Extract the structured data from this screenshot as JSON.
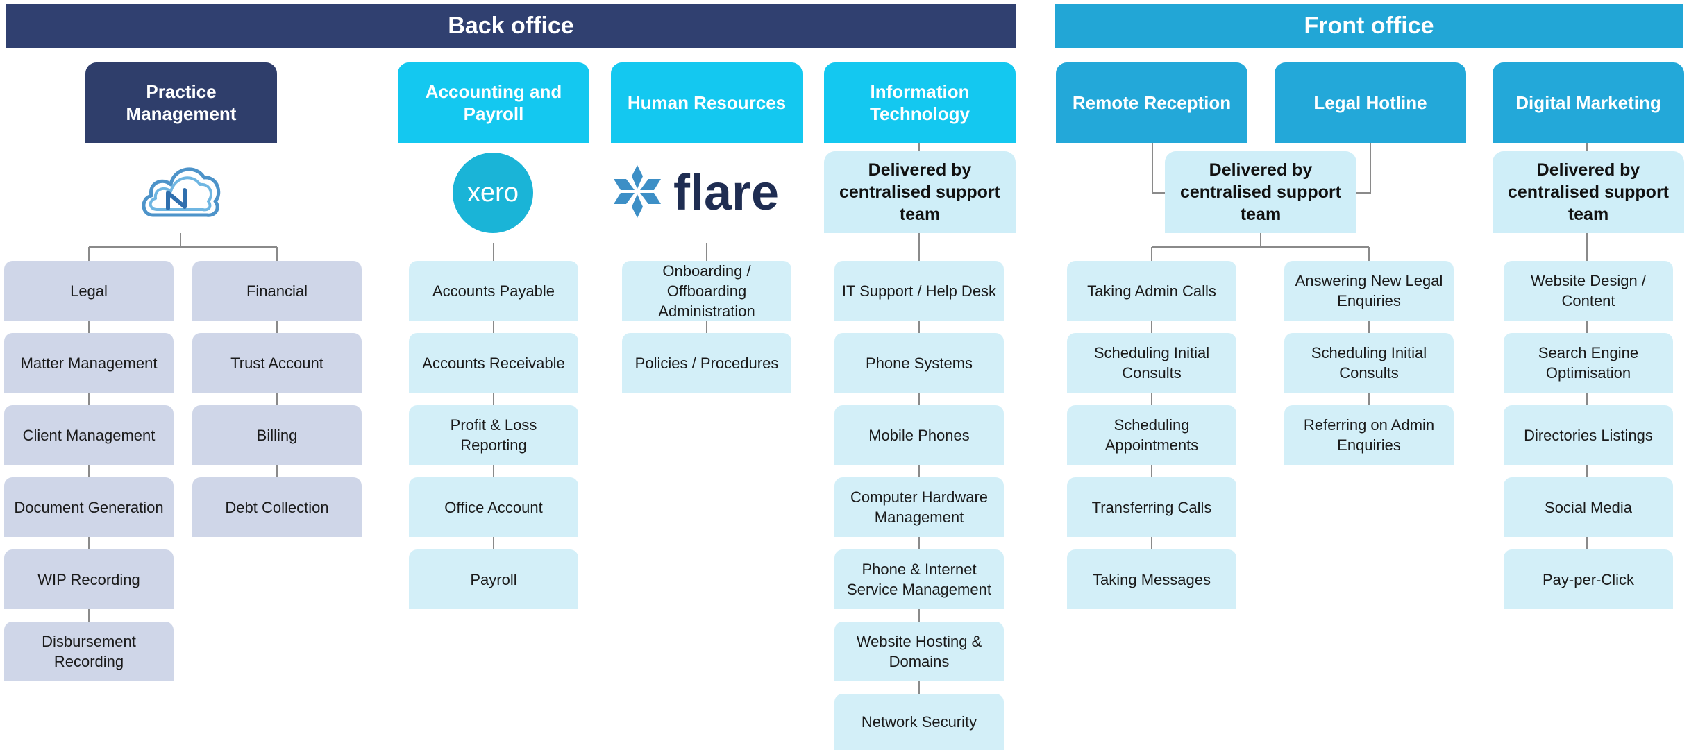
{
  "bands": {
    "back_office": "Back office",
    "front_office": "Front office"
  },
  "columns": {
    "practice": {
      "title": "Practice Management",
      "left_items": [
        "Legal",
        "Matter Management",
        "Client Management",
        "Document Generation",
        "WIP Recording",
        "Disbursement Recording"
      ],
      "right_items": [
        "Financial",
        "Trust Account",
        "Billing",
        "Debt Collection"
      ],
      "logo_icon": "cloud-logo-icon"
    },
    "accounting": {
      "title": "Accounting and Payroll",
      "logo_text": "xero",
      "items": [
        "Accounts Payable",
        "Accounts Receivable",
        "Profit & Loss Reporting",
        "Office Account",
        "Payroll"
      ]
    },
    "hr": {
      "title": "Human Resources",
      "logo_text": "flare",
      "items": [
        "Onboarding / Offboarding Administration",
        "Policies / Procedures"
      ]
    },
    "it": {
      "title": "Information Technology",
      "central": "Delivered by centralised support team",
      "items": [
        "IT Support / Help Desk",
        "Phone Systems",
        "Mobile Phones",
        "Computer Hardware Management",
        "Phone & Internet Service Management",
        "Website Hosting & Domains",
        "Network Security"
      ]
    },
    "reception": {
      "title": "Remote Reception",
      "items": [
        "Taking Admin Calls",
        "Scheduling Initial Consults",
        "Scheduling Appointments",
        "Transferring Calls",
        "Taking Messages"
      ]
    },
    "hotline": {
      "title": "Legal Hotline",
      "items": [
        "Answering New Legal Enquiries",
        "Scheduling Initial Consults",
        "Referring on Admin Enquiries"
      ]
    },
    "front_central": "Delivered by centralised support team",
    "marketing": {
      "title": "Digital Marketing",
      "central": "Delivered by centralised support team",
      "items": [
        "Website Design / Content",
        "Search Engine Optimisation",
        "Directories Listings",
        "Social Media",
        "Pay-per-Click"
      ]
    }
  },
  "colors": {
    "back_band": "#304070",
    "front_band": "#22a6d6",
    "practice_head": "#2f3e6b",
    "back_head": "#14c8f0",
    "front_head": "#23a8d9",
    "grey_box": "#cfd6e8",
    "light_box": "#d3eff8",
    "connector": "#8a8a8a"
  }
}
